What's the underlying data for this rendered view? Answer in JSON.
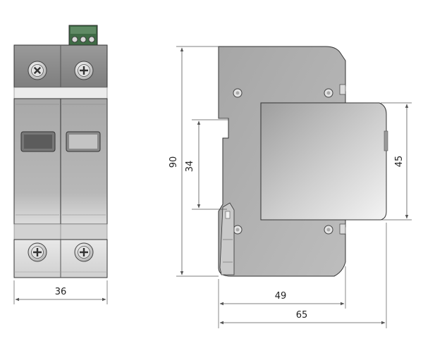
{
  "dimensions": {
    "width_label": "36",
    "height_label": "90",
    "inner_height_label": "34",
    "front_height_label": "45",
    "depth_inner_label": "49",
    "depth_total_label": "65"
  },
  "colors": {
    "body_dark": "#8e8e8e",
    "body_mid": "#b4b4b4",
    "body_light": "#d6d6d6",
    "terminal_light": "#e2e2e2",
    "line": "#333333",
    "dim_line": "#555555",
    "window_dark": "#555555",
    "window_light": "#bdbdbd",
    "connector_green": "#4c7a52"
  },
  "icons": {
    "screw": "phillips-screw-icon",
    "connector": "signal-connector-icon"
  }
}
